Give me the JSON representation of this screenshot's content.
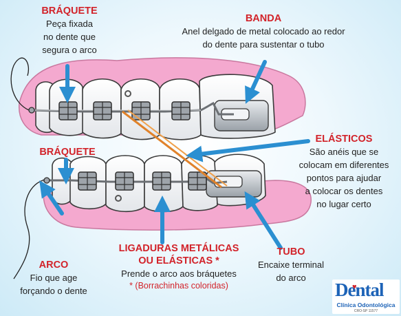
{
  "labels": {
    "braquete": {
      "title": "BRÁQUETE",
      "lines": [
        "Peça fixada",
        "no dente que",
        "segura o arco"
      ]
    },
    "banda": {
      "title": "BANDA",
      "lines": [
        "Anel delgado de metal colocado ao redor",
        "do dente para sustentar o tubo"
      ]
    },
    "elasticos": {
      "title": "ELÁSTICOS",
      "lines": [
        "São anéis que se",
        "colocam em diferentes",
        "pontos para ajudar",
        "a colocar os dentes",
        "no lugar certo"
      ]
    },
    "arco": {
      "title": "ARCO",
      "lines": [
        "Fio que age",
        "forçando o dente"
      ]
    },
    "ligaduras": {
      "title_1": "LIGADURAS METÁLICAS",
      "title_2": "OU ELÁSTICAS *",
      "line": "Prende o arco aos bráquetes",
      "note": "* (Borrachinhas coloridas)"
    },
    "tubo": {
      "title": "TUBO",
      "lines": [
        "Encaixe  terminal",
        "do arco"
      ]
    }
  },
  "logo": {
    "brand": "Dental",
    "subtitle": "Clínica Odontológica",
    "registration": "CRO-SP 11577"
  },
  "colors": {
    "title_red": "#d2232a",
    "arrow_blue": "#2b8fd1",
    "gum_pink": "#f4a9cf",
    "elastic_orange": "#e0822a"
  }
}
